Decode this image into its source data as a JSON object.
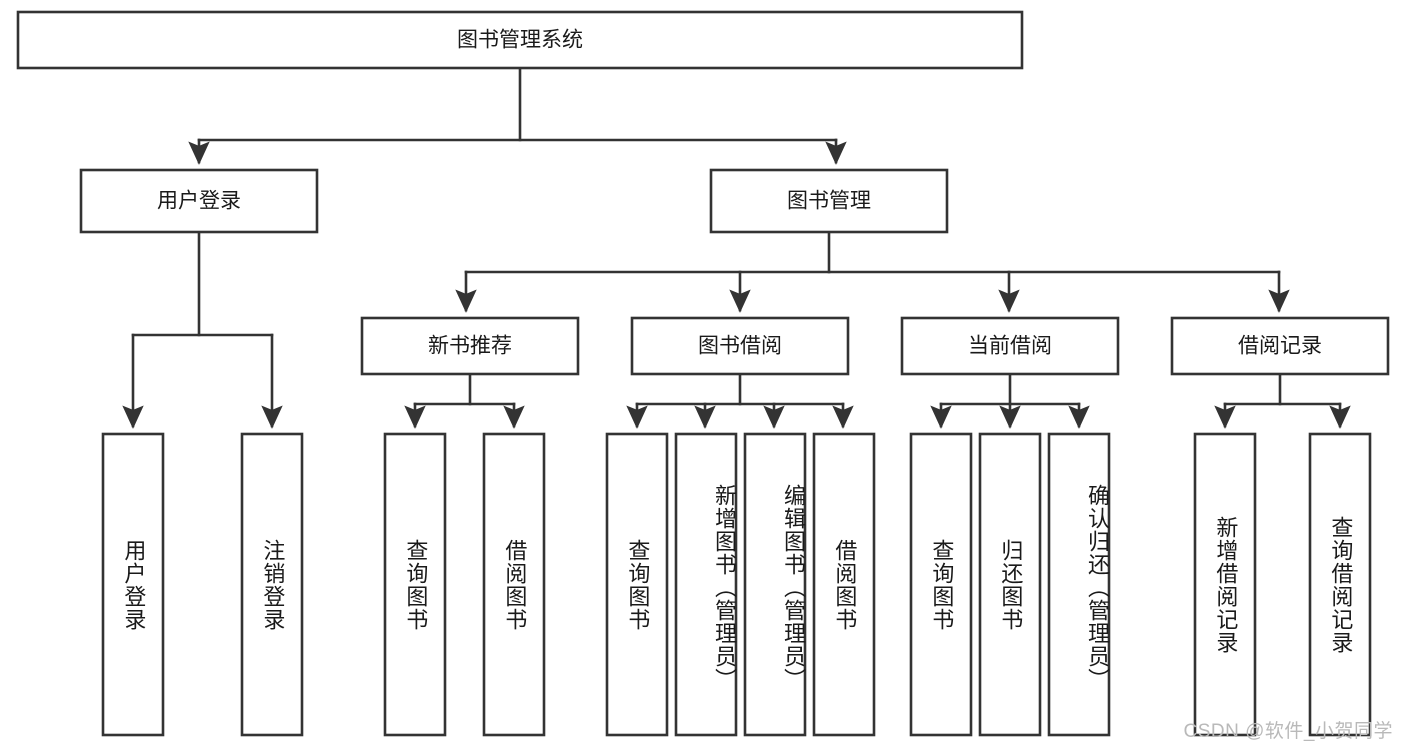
{
  "diagram": {
    "type": "tree-hierarchy-chart",
    "title": "图书管理系统",
    "background_color": "#ffffff",
    "line_color": "#333333",
    "text_color": "#1a1a1a",
    "watermark": "CSDN @软件_小贺同学"
  },
  "root": {
    "label": "图书管理系统"
  },
  "level1": [
    {
      "id": "user-login",
      "label": "用户登录"
    },
    {
      "id": "book-management",
      "label": "图书管理"
    }
  ],
  "level2": [
    {
      "id": "new-book-recommend",
      "label": "新书推荐"
    },
    {
      "id": "book-borrow",
      "label": "图书借阅"
    },
    {
      "id": "current-borrow",
      "label": "当前借阅"
    },
    {
      "id": "borrow-record",
      "label": "借阅记录"
    }
  ],
  "leaves": {
    "user_login": [
      {
        "id": "leaf-user-login",
        "label": "用户登录"
      },
      {
        "id": "leaf-logout-login",
        "label": "注销登录"
      }
    ],
    "new_book_recommend": [
      {
        "id": "leaf-query-book-1",
        "label": "查询图书"
      },
      {
        "id": "leaf-borrow-book-1",
        "label": "借阅图书"
      }
    ],
    "book_borrow": [
      {
        "id": "leaf-query-book-2",
        "label": "查询图书"
      },
      {
        "id": "leaf-add-book",
        "label": "新增图书（管理员）"
      },
      {
        "id": "leaf-edit-book",
        "label": "编辑图书（管理员）"
      },
      {
        "id": "leaf-borrow-book-2",
        "label": "借阅图书"
      }
    ],
    "current_borrow": [
      {
        "id": "leaf-query-book-3",
        "label": "查询图书"
      },
      {
        "id": "leaf-return-book",
        "label": "归还图书"
      },
      {
        "id": "leaf-confirm-return",
        "label": "确认归还（管理员）"
      }
    ],
    "borrow_record": [
      {
        "id": "leaf-add-record",
        "label": "新增借阅记录"
      },
      {
        "id": "leaf-query-record",
        "label": "查询借阅记录"
      }
    ]
  }
}
